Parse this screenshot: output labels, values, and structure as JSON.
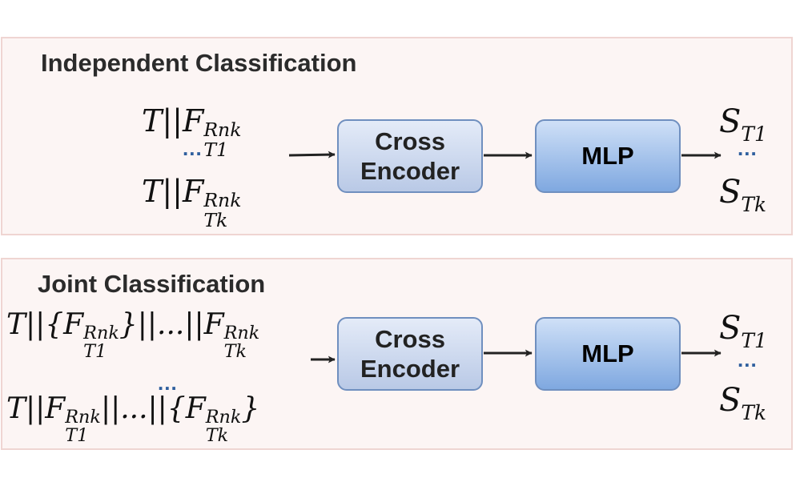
{
  "panels": {
    "independent": {
      "title": "Independent Classification",
      "input_first": {
        "base": "T||F",
        "sup": "Rnk",
        "sub": "T1"
      },
      "input_dots": "...",
      "input_last": {
        "base": "T||F",
        "sup": "Rnk",
        "sub": "Tk"
      },
      "encoder_label": "Cross Encoder",
      "mlp_label": "MLP",
      "output_first": {
        "base": "S",
        "sub": "T1"
      },
      "output_dots": "...",
      "output_last": {
        "base": "S",
        "sub": "Tk"
      }
    },
    "joint": {
      "title": "Joint Classification",
      "input_first": {
        "p1": "T||{F",
        "sup1": "Rnk",
        "sub1": "T1",
        "p2": "}||...||F",
        "sup2": "Rnk",
        "sub2": "Tk"
      },
      "input_dots": "...",
      "input_last": {
        "p1": "T||F",
        "sup1": "Rnk",
        "sub1": "T1",
        "p2": "||...||{F",
        "sup2": "Rnk",
        "sub2": "Tk",
        "p3": "}"
      },
      "encoder_label": "Cross Encoder",
      "mlp_label": "MLP",
      "output_first": {
        "base": "S",
        "sub": "T1"
      },
      "output_dots": "...",
      "output_last": {
        "base": "S",
        "sub": "Tk"
      }
    }
  },
  "colors": {
    "panel_fill": "#fcf5f4",
    "panel_border": "#efd5d2",
    "encoder_fill": "#c9d6ee",
    "mlp_fill": "#9dbce8",
    "box_border": "#6f8fbf",
    "ellipsis": "#2f5f9e",
    "arrow": "#222222"
  }
}
